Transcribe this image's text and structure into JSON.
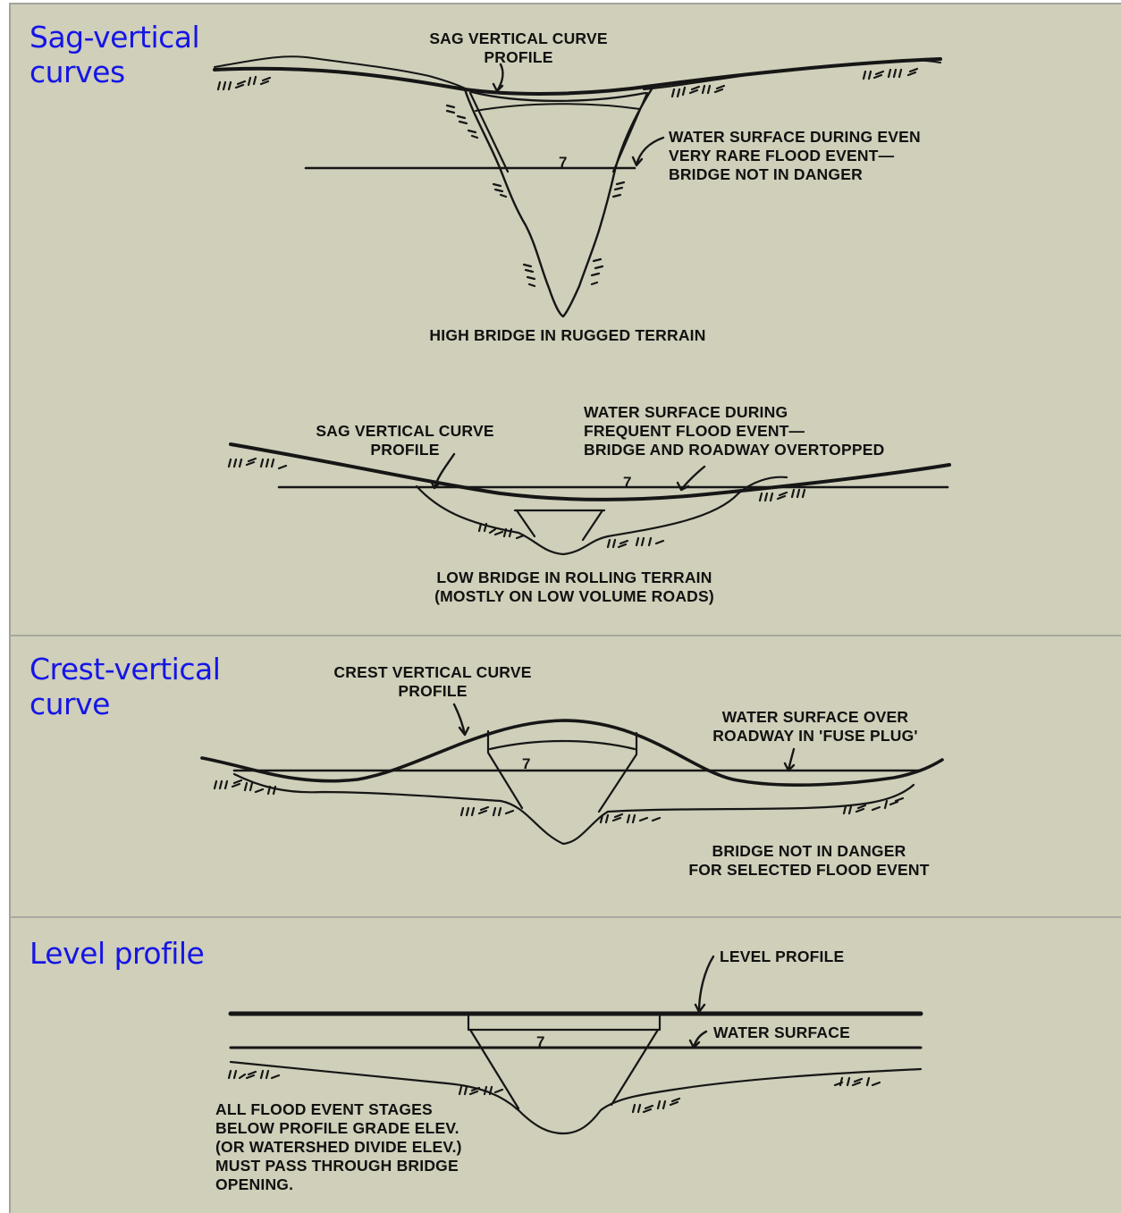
{
  "sections": [
    {
      "heading": [
        "Sag-vertical",
        "curves"
      ],
      "diagrams": [
        {
          "profile_label": [
            "SAG VERTICAL CURVE",
            "PROFILE"
          ],
          "water_label": [
            "WATER SURFACE DURING EVEN",
            "VERY RARE FLOOD EVENT—",
            "BRIDGE NOT IN DANGER"
          ],
          "caption": [
            "HIGH BRIDGE IN RUGGED TERRAIN"
          ],
          "water_symbol": "7"
        },
        {
          "profile_label": [
            "SAG VERTICAL CURVE",
            "PROFILE"
          ],
          "water_label": [
            "WATER SURFACE DURING",
            "FREQUENT FLOOD EVENT—",
            "BRIDGE AND ROADWAY OVERTOPPED"
          ],
          "caption": [
            "LOW BRIDGE IN ROLLING TERRAIN",
            "(MOSTLY ON LOW VOLUME ROADS)"
          ],
          "water_symbol": "7"
        }
      ]
    },
    {
      "heading": [
        "Crest-vertical",
        "curve"
      ],
      "diagrams": [
        {
          "profile_label": [
            "CREST VERTICAL CURVE",
            "PROFILE"
          ],
          "water_label": [
            "WATER SURFACE OVER",
            "ROADWAY IN 'FUSE PLUG'"
          ],
          "caption": [
            "BRIDGE NOT IN DANGER",
            "FOR SELECTED FLOOD EVENT"
          ],
          "water_symbol": "7"
        }
      ]
    },
    {
      "heading": [
        "Level profile"
      ],
      "diagrams": [
        {
          "profile_label": [
            "LEVEL PROFILE"
          ],
          "water_label": [
            "WATER SURFACE"
          ],
          "caption": [
            "ALL FLOOD EVENT STAGES",
            "BELOW PROFILE GRADE ELEV.",
            "(OR WATERSHED DIVIDE ELEV.)",
            "MUST PASS THROUGH BRIDGE",
            "OPENING."
          ],
          "water_symbol": "7"
        }
      ]
    }
  ],
  "colors": {
    "panel": "#cfcfba",
    "heading": "#1515e6",
    "ink": "#161616",
    "divider": "#a8a89e"
  }
}
